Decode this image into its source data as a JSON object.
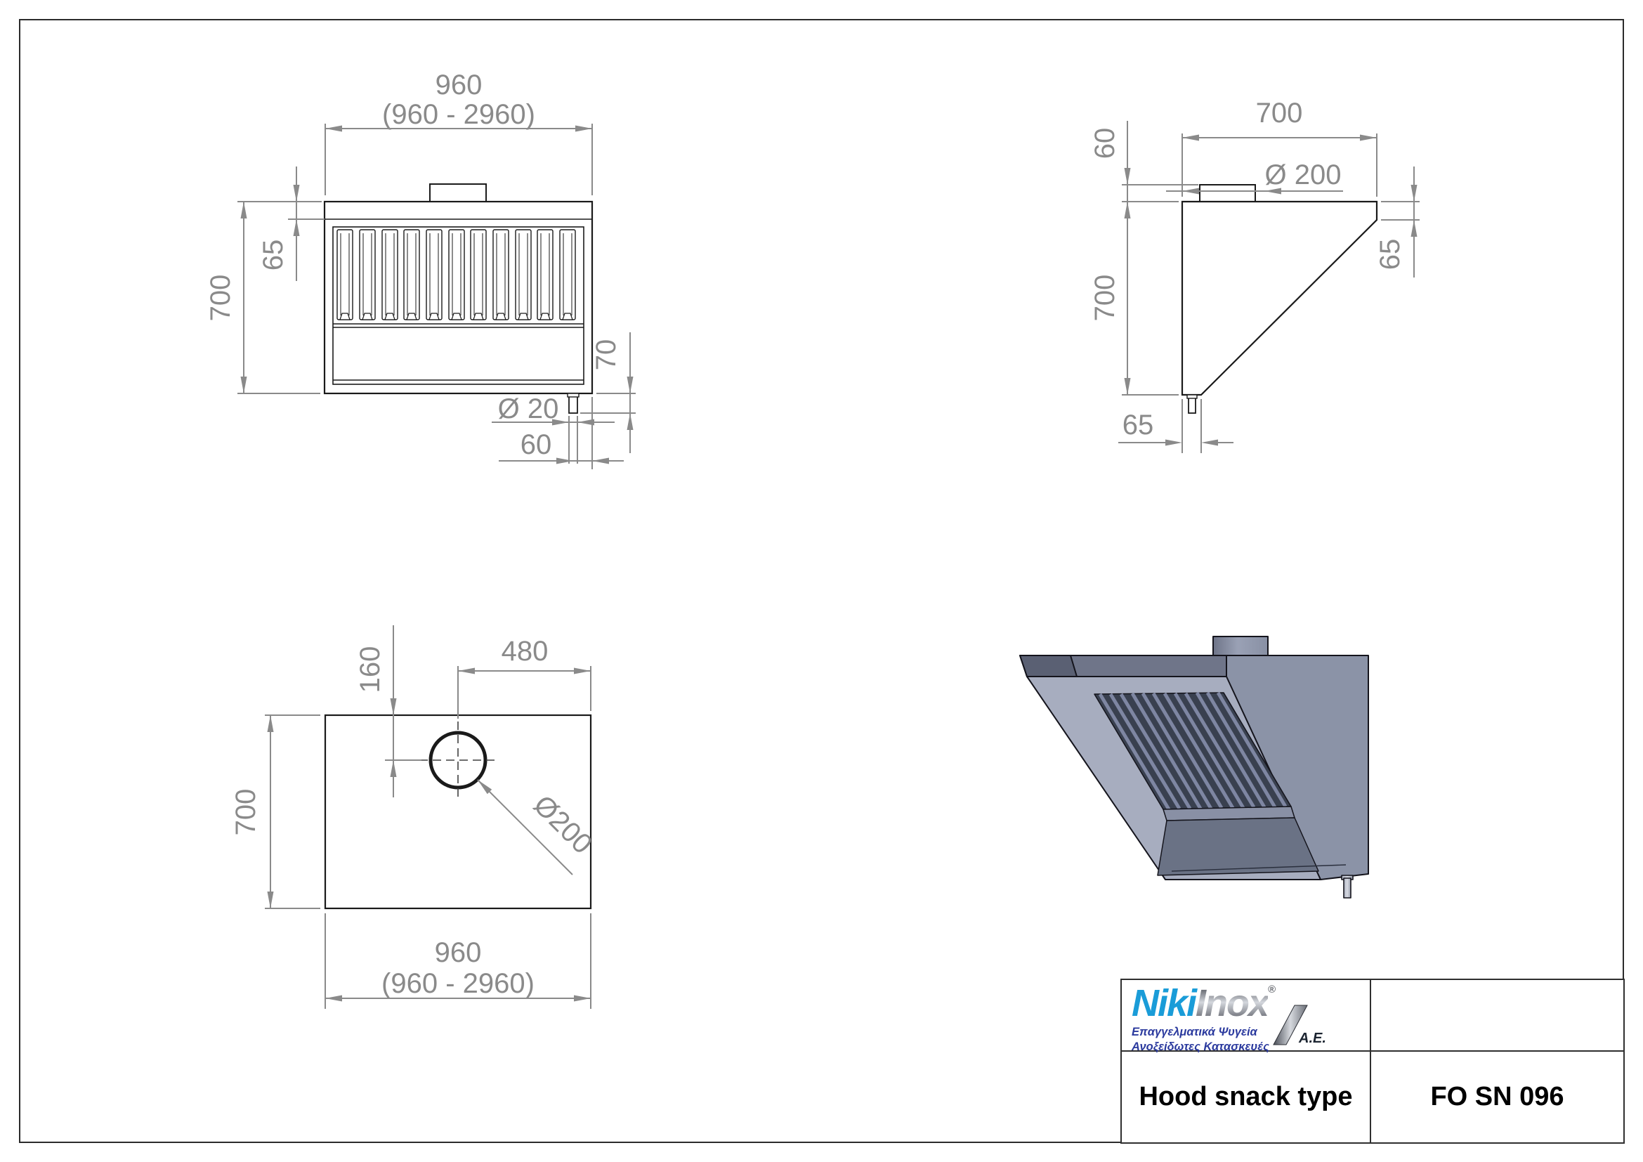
{
  "sheet": {
    "background": "#ffffff",
    "border_color": "#2b2b2b"
  },
  "title_block": {
    "logo": {
      "brand_primary": "Niki",
      "brand_secondary": "Inox",
      "registered_mark": "®",
      "subtitle_line1": "Επαγγελματικά Ψυγεία",
      "subtitle_line2": "Ανοξείδωτες Κατασκευές",
      "company_suffix": "A.E.",
      "primary_color": "#1A9CD8",
      "subtitle_color": "#2B3A9E"
    },
    "product_name": "Hood snack type",
    "product_code": "FO SN 096"
  },
  "views": {
    "front": {
      "dim_width": "960",
      "dim_width_range": "(960 - 2960)",
      "dim_height": "700",
      "dim_top_band": "65",
      "dim_drain_length": "70",
      "dim_drain_diameter": "Ø 20",
      "dim_drain_offset": "60"
    },
    "side": {
      "dim_depth": "700",
      "dim_collar_height": "60",
      "dim_collar_diameter": "Ø 200",
      "dim_front_edge": "65",
      "dim_height": "700",
      "dim_bottom_flat": "65"
    },
    "plan": {
      "dim_hole_offset_x": "480",
      "dim_hole_offset_y": "160",
      "dim_depth": "700",
      "dim_width": "960",
      "dim_width_range": "(960 - 2960)",
      "dim_hole_diameter": "Ø200"
    },
    "iso": {
      "body_color": "#8B93A7",
      "band_color": "#6F7589",
      "slant_color": "#A7ADBF",
      "recess_color": "#39404F",
      "panel_color": "#6A7285"
    }
  }
}
